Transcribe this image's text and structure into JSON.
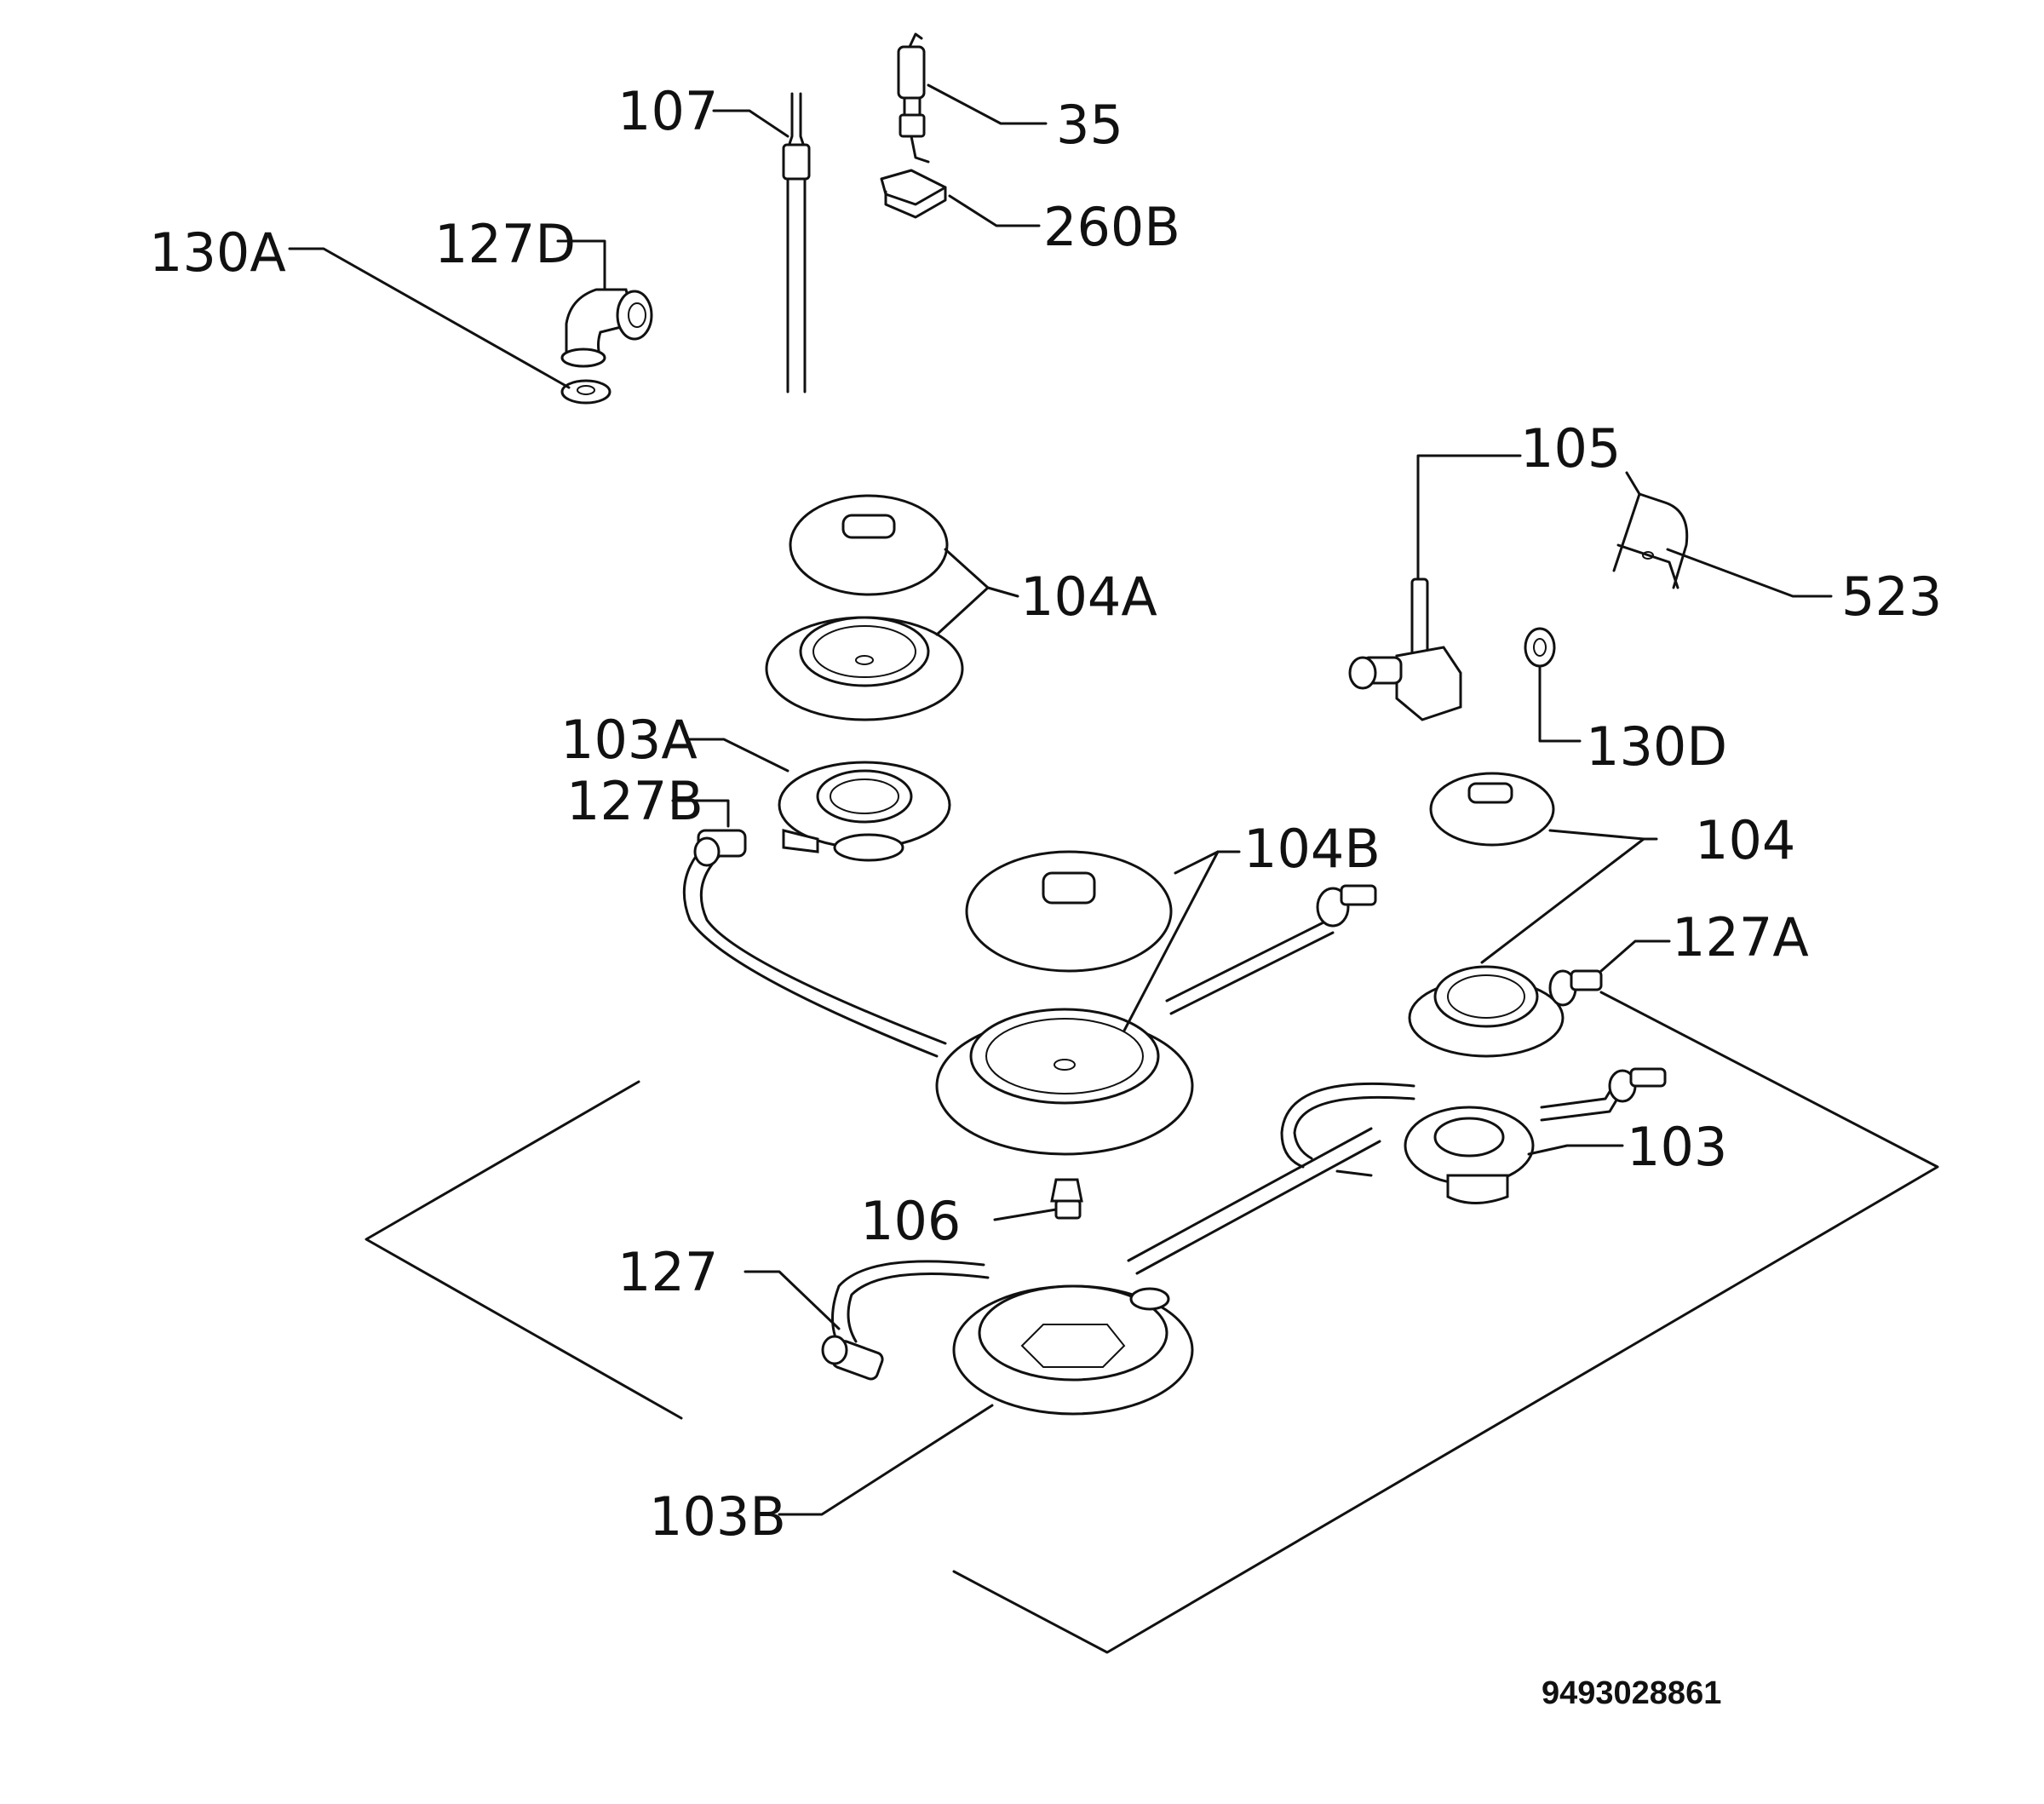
{
  "labels": {
    "l107": "107",
    "l35": "35",
    "l260b": "260B",
    "l130a": "130A",
    "l127d": "127D",
    "l105": "105",
    "l523": "523",
    "l104a": "104A",
    "l130d": "130D",
    "l103a": "103A",
    "l127b": "127B",
    "l104b": "104B",
    "l104": "104",
    "l127a": "127A",
    "l103": "103",
    "l106": "106",
    "l127": "127",
    "l103b": "103B"
  },
  "document_number": "9493028861"
}
